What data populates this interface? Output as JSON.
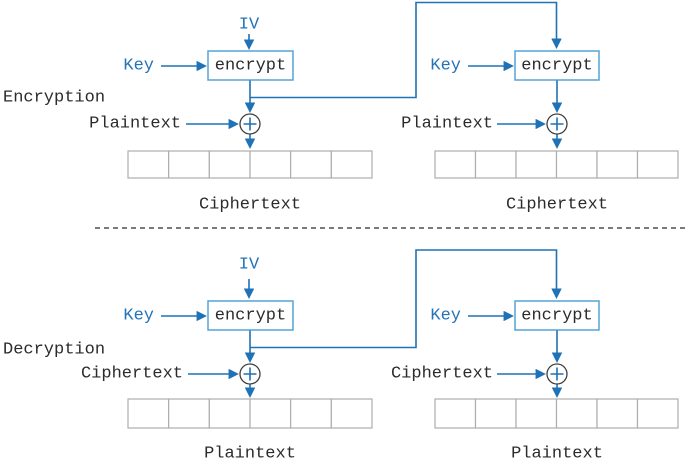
{
  "colors": {
    "line_blue": "#1f72b5",
    "accent_text_blue": "#2273b8",
    "box_border_blue": "#54a3d8",
    "label_dark": "#2b2b2b",
    "cell_border_gray": "#aeaeae",
    "xor_outline_gray": "#3f3f3f",
    "background": "#ffffff"
  },
  "diagram": {
    "encryption": {
      "section_label": "Encryption",
      "iv_label": "IV",
      "units": [
        {
          "key_label": "Key",
          "box_label": "encrypt",
          "input_label": "Plaintext",
          "output_label": "Ciphertext"
        },
        {
          "key_label": "Key",
          "box_label": "encrypt",
          "input_label": "Plaintext",
          "output_label": "Ciphertext"
        }
      ],
      "cells_per_block": 6
    },
    "decryption": {
      "section_label": "Decryption",
      "iv_label": "IV",
      "units": [
        {
          "key_label": "Key",
          "box_label": "encrypt",
          "input_label": "Ciphertext",
          "output_label": "Plaintext"
        },
        {
          "key_label": "Key",
          "box_label": "encrypt",
          "input_label": "Ciphertext",
          "output_label": "Plaintext"
        }
      ],
      "cells_per_block": 6
    }
  }
}
